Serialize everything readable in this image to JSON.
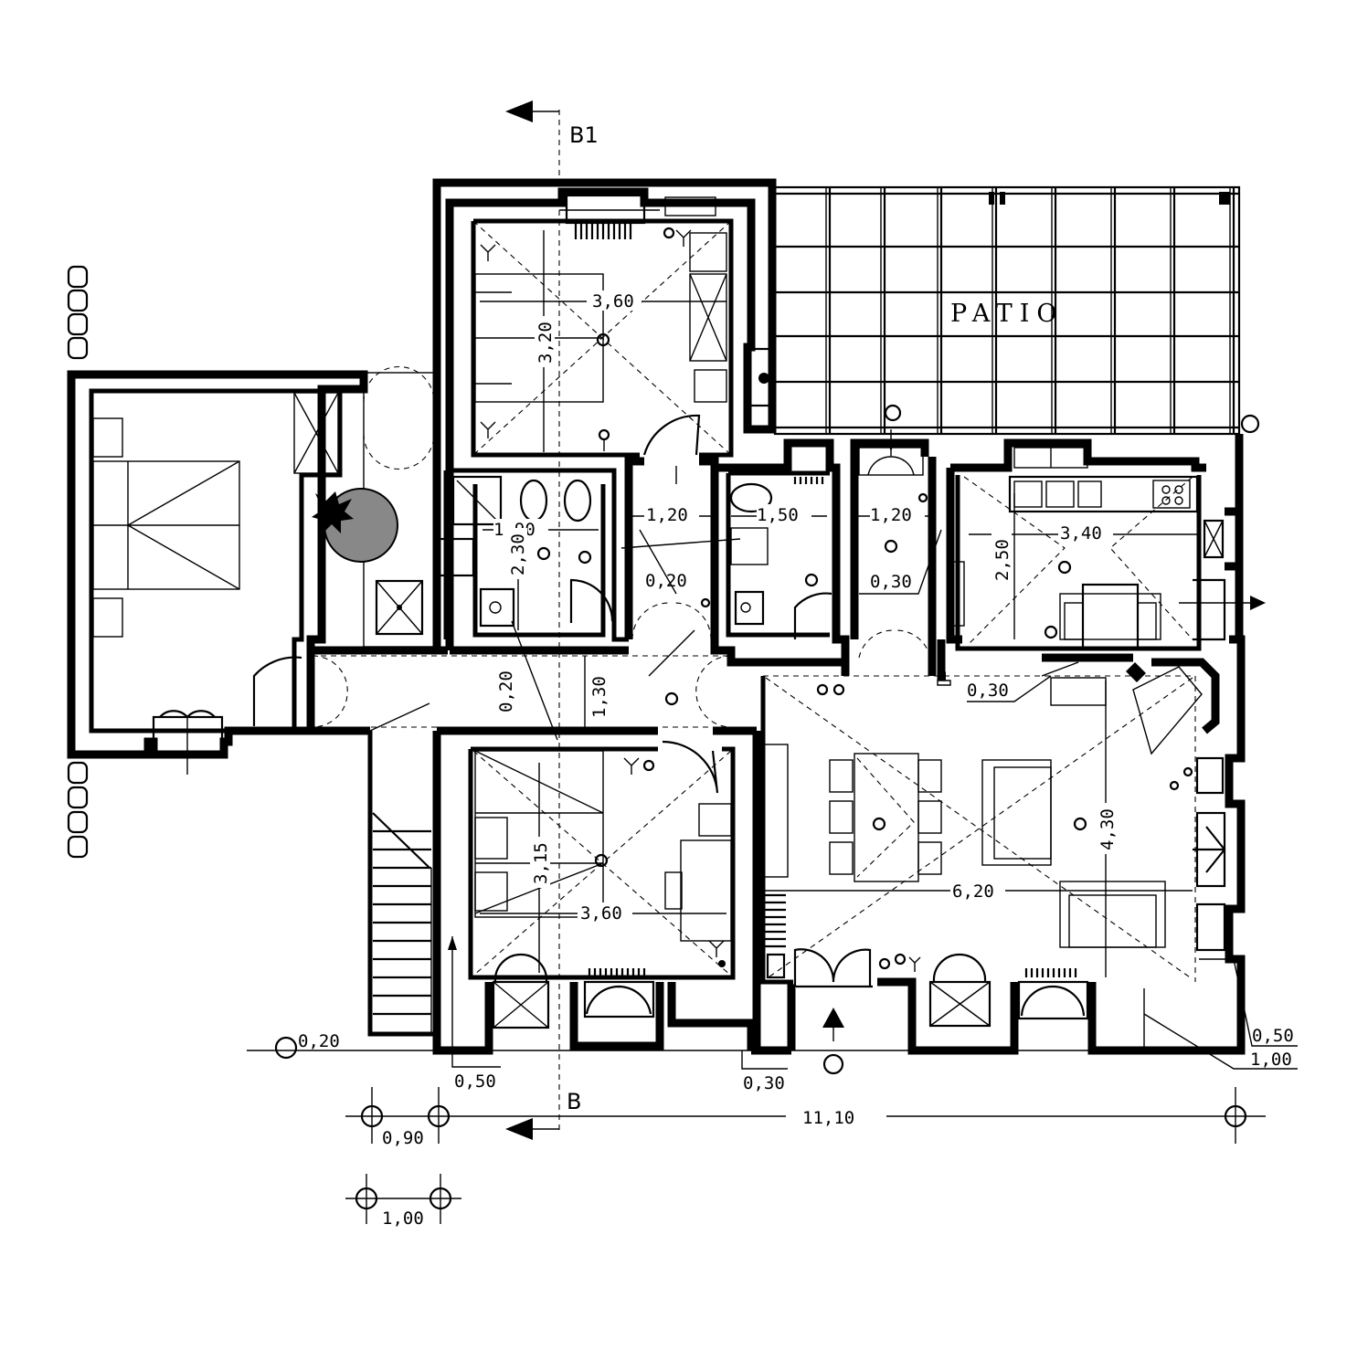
{
  "labels": {
    "patio": "PATIO",
    "section_top": "B1",
    "section_bottom": "B"
  },
  "dimensions": {
    "bed1_width": "3,60",
    "bed1_depth": "3,20",
    "bath1_width": "1,90",
    "bath1_depth": "2,30",
    "hall1_width": "1,20",
    "hall1_wall": "0,20",
    "bath2_width": "1,50",
    "hall2_width": "1,20",
    "hall2_wall": "0,30",
    "kitchen_width": "3,40",
    "kitchen_depth": "2,50",
    "corridor_depth": "1,30",
    "corridor_wall": "0,20",
    "kitchen_wall": "0,30",
    "living_width": "6,20",
    "living_depth": "4,30",
    "bed2_width": "3,60",
    "bed2_depth": "3,15",
    "left_offset": "0,20",
    "bottom_left": "0,50",
    "bottom_mid": "0,30",
    "right_offset1": "0,50",
    "right_offset2": "1,00",
    "overall_width": "11,10",
    "grid_a": "0,90",
    "grid_b": "1,00"
  }
}
